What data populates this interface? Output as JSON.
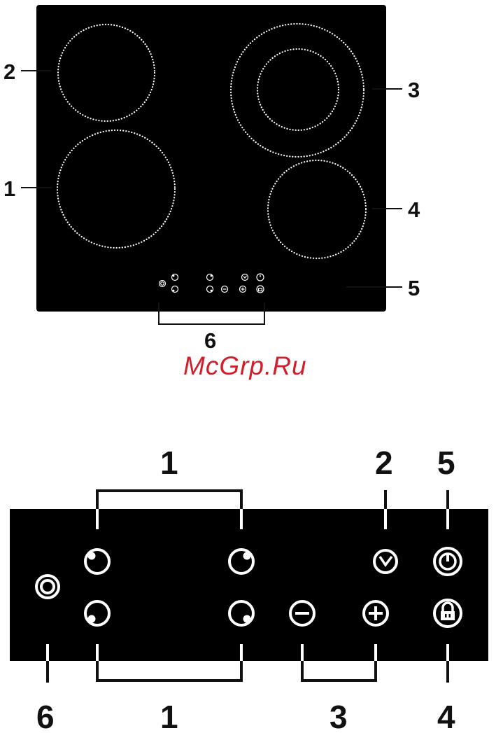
{
  "hob_diagram": {
    "callouts": {
      "zone_front_left": "1",
      "zone_rear_left": "2",
      "zone_rear_right": "3",
      "zone_front_right": "4",
      "glass_surface": "5",
      "control_panel": "6"
    }
  },
  "panel_diagram": {
    "callouts": {
      "zone_selectors_top": "1",
      "zone_selectors_bottom": "1",
      "timer": "2",
      "minus_plus": "3",
      "lock": "4",
      "power": "5",
      "dual_zone": "6"
    }
  },
  "watermark": "McGrp.Ru",
  "icons": [
    "dual-zone-icon",
    "zone-selector-icon",
    "timer-icon",
    "power-icon",
    "minus-icon",
    "plus-icon",
    "lock-icon"
  ],
  "colors": {
    "glass": "#000000",
    "heating_ring": "#ffffff",
    "watermark": "#d21e2a"
  }
}
